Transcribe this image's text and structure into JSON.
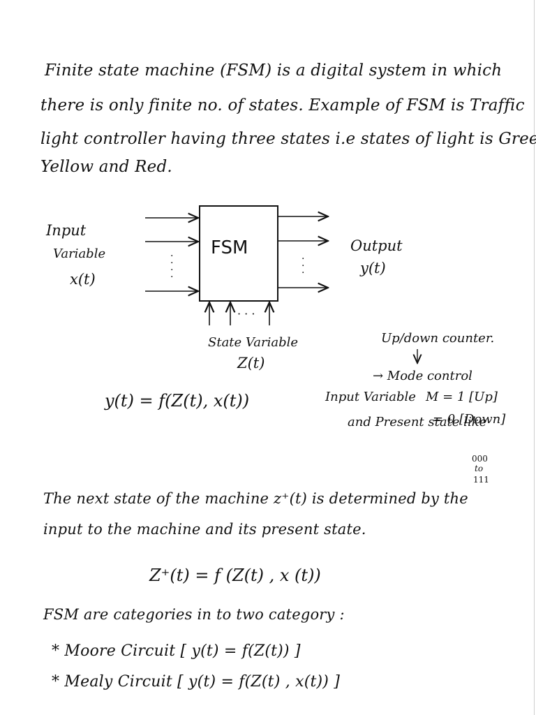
{
  "intro": {
    "lines": [
      "Finite state machine (FSM) is a digital system in which",
      "there is only finite no. of states. Example of FSM is Traffic",
      "light controller having three states i.e states of light is Green,",
      "Yellow and Red."
    ]
  },
  "diagram": {
    "block_label": "FSM",
    "input_label_1": "Input",
    "input_label_2": "Variable",
    "input_label_3": "x(t)",
    "output_label_1": "Output",
    "output_label_2": "y(t)",
    "state_label_1": "State Variable",
    "state_label_2": "Z(t)",
    "state_dots": "· · ·",
    "vert_dots": "·"
  },
  "output_equation": "y(t) = f(Z(t), x(t))",
  "counter_note": {
    "title": "Up/down counter.",
    "arrow_down": "↓",
    "mode": "→ Mode control",
    "input_label": "Input Variable",
    "m_up": "M = 1 [Up]",
    "m_down": "= 0 [Down]",
    "and_present": "and Present state like",
    "state_000": "000",
    "state_to": "to",
    "state_111": "111"
  },
  "next_state": {
    "line1": "The next state of the machine z⁺(t) is determined by the",
    "line2": "input to the machine and its present state.",
    "equation": "Z⁺(t) = f (Z(t) , x (t))"
  },
  "categories": {
    "heading": "FSM are categories in to two category :",
    "moore": "* Moore Circuit [ y(t) = f(Z(t)) ]",
    "mealy": "* Mealy Circuit [ y(t) = f(Z(t) , x(t)) ]"
  }
}
